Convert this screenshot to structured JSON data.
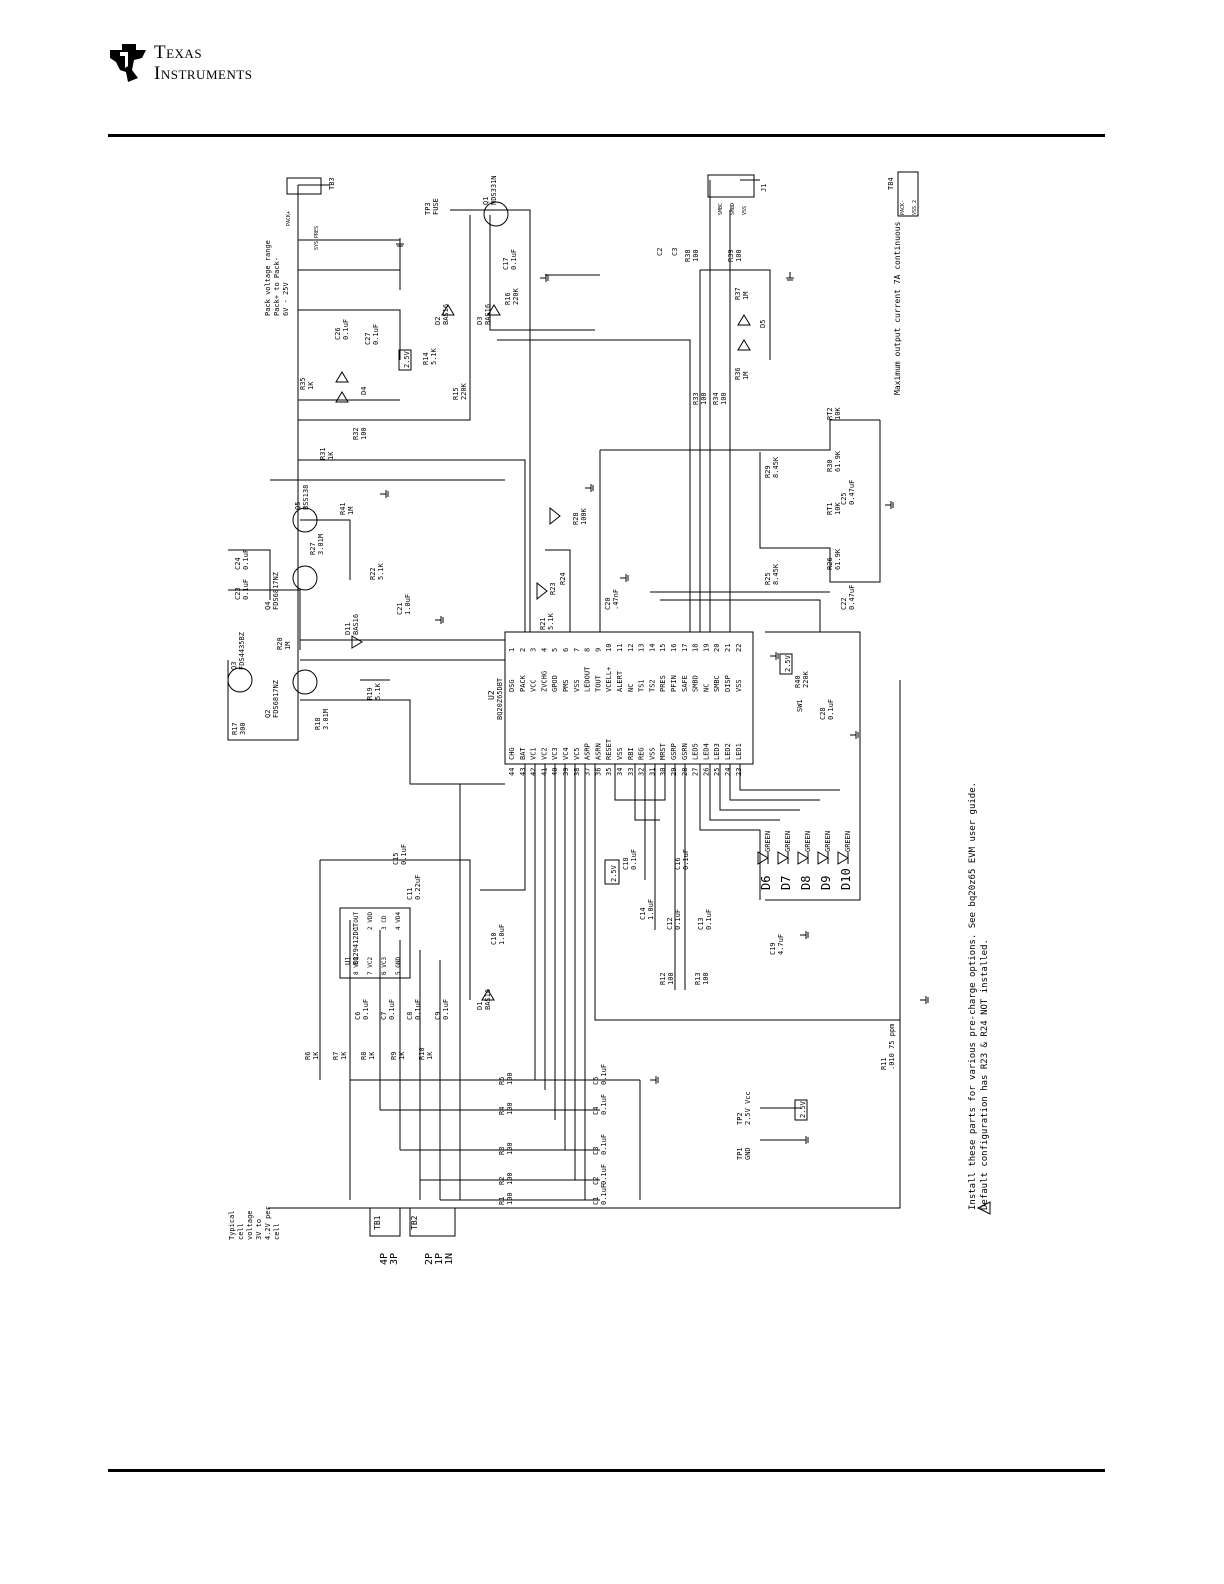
{
  "header": {
    "company_line1": "Texas",
    "company_line2": "Instruments"
  },
  "notes": {
    "install_note": "Install these parts for various pre-charge options. See bq20z65 EVM user guide.",
    "default_config": "Default configuration has R23 & R24 NOT installed.",
    "max_current": "Maximum output current 7A continuous",
    "pack_range_1": "Pack voltage range",
    "pack_range_2": "Pack+ to Pack-",
    "pack_range_3": "6V - 25V",
    "cell_v_1": "Typical",
    "cell_v_2": "cell",
    "cell_v_3": "voltage",
    "cell_v_4": "3V to",
    "cell_v_5": "4.2V per",
    "cell_v_6": "cell"
  },
  "ics": {
    "u2_ref": "U2",
    "u2_part": "BQ20Z65DBT",
    "u2_right_pins": [
      {
        "num": "1",
        "name": "DSG"
      },
      {
        "num": "2",
        "name": "PACK"
      },
      {
        "num": "3",
        "name": "VCC"
      },
      {
        "num": "4",
        "name": "ZVCHG"
      },
      {
        "num": "5",
        "name": "GPOD"
      },
      {
        "num": "6",
        "name": "PMS"
      },
      {
        "num": "7",
        "name": "VSS"
      },
      {
        "num": "8",
        "name": "LEDOUT"
      },
      {
        "num": "9",
        "name": "TOUT"
      },
      {
        "num": "10",
        "name": "VCELL+"
      },
      {
        "num": "11",
        "name": "ALERT"
      },
      {
        "num": "12",
        "name": "NC"
      },
      {
        "num": "13",
        "name": "TS1"
      },
      {
        "num": "14",
        "name": "TS2"
      },
      {
        "num": "15",
        "name": "PRES"
      },
      {
        "num": "16",
        "name": "PFIN"
      },
      {
        "num": "17",
        "name": "SAFE"
      },
      {
        "num": "18",
        "name": "SMBD"
      },
      {
        "num": "19",
        "name": "NC"
      },
      {
        "num": "20",
        "name": "SMBC"
      },
      {
        "num": "21",
        "name": "DISP"
      },
      {
        "num": "22",
        "name": "VSS"
      }
    ],
    "u2_left_pins": [
      {
        "num": "44",
        "name": "CHG"
      },
      {
        "num": "43",
        "name": "BAT"
      },
      {
        "num": "42",
        "name": "VC1"
      },
      {
        "num": "41",
        "name": "VC2"
      },
      {
        "num": "40",
        "name": "VC3"
      },
      {
        "num": "39",
        "name": "VC4"
      },
      {
        "num": "38",
        "name": "VC5"
      },
      {
        "num": "37",
        "name": "ASRP"
      },
      {
        "num": "36",
        "name": "ASRN"
      },
      {
        "num": "35",
        "name": "RESET"
      },
      {
        "num": "34",
        "name": "VSS"
      },
      {
        "num": "33",
        "name": "RBI"
      },
      {
        "num": "32",
        "name": "REG"
      },
      {
        "num": "31",
        "name": "VSS"
      },
      {
        "num": "30",
        "name": "MRST"
      },
      {
        "num": "29",
        "name": "GSRP"
      },
      {
        "num": "28",
        "name": "GSRN"
      },
      {
        "num": "27",
        "name": "LED5"
      },
      {
        "num": "26",
        "name": "LED4"
      },
      {
        "num": "25",
        "name": "LED3"
      },
      {
        "num": "24",
        "name": "LED2"
      },
      {
        "num": "23",
        "name": "LED1"
      }
    ],
    "u1_ref": "U1",
    "u1_part": "BQ29412DCT",
    "u1_pins": [
      {
        "num": "1",
        "name": "OUT"
      },
      {
        "num": "2",
        "name": "VDD"
      },
      {
        "num": "3",
        "name": "CD"
      },
      {
        "num": "4",
        "name": "VD4"
      },
      {
        "num": "8",
        "name": "VC1"
      },
      {
        "num": "7",
        "name": "VC2"
      },
      {
        "num": "6",
        "name": "VC3"
      },
      {
        "num": "5",
        "name": "GND"
      }
    ]
  },
  "components": [
    {
      "ref": "Q1",
      "value": "NDS331N"
    },
    {
      "ref": "TP3",
      "value": "FUSE"
    },
    {
      "ref": "D2",
      "value": "BAS16"
    },
    {
      "ref": "D3",
      "value": "BAS16"
    },
    {
      "ref": "R14",
      "value": "5.1K"
    },
    {
      "ref": "R16",
      "value": "220K"
    },
    {
      "ref": "C17",
      "value": "0.1uF"
    },
    {
      "ref": "R15",
      "value": "220K"
    },
    {
      "ref": "C26",
      "value": "0.1uF"
    },
    {
      "ref": "C27",
      "value": "0.1uF"
    },
    {
      "ref": "R35",
      "value": "1K"
    },
    {
      "ref": "D4",
      "value": ""
    },
    {
      "ref": "R32",
      "value": "100"
    },
    {
      "ref": "R31",
      "value": "1K"
    },
    {
      "ref": "Q5",
      "value": "BSS138"
    },
    {
      "ref": "R41",
      "value": "1M"
    },
    {
      "ref": "R27",
      "value": "3.01M"
    },
    {
      "ref": "R22",
      "value": "5.1K"
    },
    {
      "ref": "C24",
      "value": "0.1uF"
    },
    {
      "ref": "C23",
      "value": "0.1uF"
    },
    {
      "ref": "Q4",
      "value": "FDS6817NZ"
    },
    {
      "ref": "Q3",
      "value": "FDS4435BZ"
    },
    {
      "ref": "Q2",
      "value": "FDS6817NZ"
    },
    {
      "ref": "D11",
      "value": "BAS16"
    },
    {
      "ref": "C21",
      "value": "1.0uF"
    },
    {
      "ref": "R20",
      "value": "1M"
    },
    {
      "ref": "R17",
      "value": "300"
    },
    {
      "ref": "R18",
      "value": "3.01M"
    },
    {
      "ref": "R19",
      "value": "5.1K"
    },
    {
      "ref": "R21",
      "value": "5.1K"
    },
    {
      "ref": "R23",
      "value": ""
    },
    {
      "ref": "R24",
      "value": ""
    },
    {
      "ref": "R28",
      "value": "100K"
    },
    {
      "ref": "C20",
      "value": ".47nF"
    },
    {
      "ref": "R29",
      "value": "8.45K"
    },
    {
      "ref": "R25",
      "value": "8.45K"
    },
    {
      "ref": "RT2",
      "value": "10K"
    },
    {
      "ref": "RT1",
      "value": "10K"
    },
    {
      "ref": "R30",
      "value": "61.9K"
    },
    {
      "ref": "R26",
      "value": "61.9K"
    },
    {
      "ref": "C25",
      "value": "0.47uF"
    },
    {
      "ref": "C22",
      "value": "0.47uF"
    },
    {
      "ref": "R33",
      "value": "100"
    },
    {
      "ref": "R34",
      "value": "100"
    },
    {
      "ref": "R37",
      "value": "1M"
    },
    {
      "ref": "R36",
      "value": "1M"
    },
    {
      "ref": "D5",
      "value": ""
    },
    {
      "ref": "R38",
      "value": "100"
    },
    {
      "ref": "R39",
      "value": "100"
    },
    {
      "ref": "C2",
      "value": ""
    },
    {
      "ref": "C3",
      "value": ""
    },
    {
      "ref": "J1",
      "value": ""
    },
    {
      "ref": "TB3",
      "value": ""
    },
    {
      "ref": "TB4",
      "value": ""
    },
    {
      "ref": "R40",
      "value": "220K"
    },
    {
      "ref": "C28",
      "value": "0.1uF"
    },
    {
      "ref": "SW1",
      "value": ""
    },
    {
      "ref": "C18",
      "value": "0.1uF"
    },
    {
      "ref": "C14",
      "value": "1.0uF"
    },
    {
      "ref": "C12",
      "value": "0.1uF"
    },
    {
      "ref": "C16",
      "value": "0.1uF"
    },
    {
      "ref": "C13",
      "value": "0.1uF"
    },
    {
      "ref": "R12",
      "value": "100"
    },
    {
      "ref": "R13",
      "value": "100"
    },
    {
      "ref": "C19",
      "value": "4.7uF"
    },
    {
      "ref": "R11",
      "value": ".010 75 ppm"
    },
    {
      "ref": "C15",
      "value": "0.1uF"
    },
    {
      "ref": "C11",
      "value": "0.22uF"
    },
    {
      "ref": "C10",
      "value": "1.0uF"
    },
    {
      "ref": "D1",
      "value": "BAS16"
    },
    {
      "ref": "C6",
      "value": "0.1uF"
    },
    {
      "ref": "C7",
      "value": "0.1uF"
    },
    {
      "ref": "C8",
      "value": "0.1uF"
    },
    {
      "ref": "C9",
      "value": "0.1uF"
    },
    {
      "ref": "R6",
      "value": "1K"
    },
    {
      "ref": "R7",
      "value": "1K"
    },
    {
      "ref": "R8",
      "value": "1K"
    },
    {
      "ref": "R9",
      "value": "1K"
    },
    {
      "ref": "R10",
      "value": "1K"
    },
    {
      "ref": "R5",
      "value": "100"
    },
    {
      "ref": "R4",
      "value": "100"
    },
    {
      "ref": "R3",
      "value": "100"
    },
    {
      "ref": "R2",
      "value": "100"
    },
    {
      "ref": "R1",
      "value": "100"
    },
    {
      "ref": "C5",
      "value": "0.1uF"
    },
    {
      "ref": "C4",
      "value": "0.1uF"
    },
    {
      "ref": "C3",
      "value": "0.1uF"
    },
    {
      "ref": "C2",
      "value": "0.1uF"
    },
    {
      "ref": "C1",
      "value": "0.1uF"
    }
  ],
  "leds": [
    {
      "ref": "D6",
      "color": "GREEN"
    },
    {
      "ref": "D7",
      "color": "GREEN"
    },
    {
      "ref": "D8",
      "color": "GREEN"
    },
    {
      "ref": "D9",
      "color": "GREEN"
    },
    {
      "ref": "D10",
      "color": "GREEN"
    }
  ],
  "connectors": {
    "tb3_pin": "PACK+",
    "tb3_pin2": "SYS PRES",
    "tb4_pin": "PACK-",
    "tb4_pin2": "VSS 2",
    "j1_pins": [
      "SMBC",
      "SMBD",
      "VSS"
    ],
    "tb1_pins": [
      "4P",
      "3P"
    ],
    "tb2_pins": [
      "2P",
      "1P",
      "1N"
    ],
    "tb1_ref": "TB1",
    "tb2_ref": "TB2",
    "tp1": "TP1",
    "tp1_label": "GND",
    "tp2": "TP2",
    "tp2_label": "2.5V Vcc"
  },
  "rails": {
    "v25": "2.5V"
  }
}
